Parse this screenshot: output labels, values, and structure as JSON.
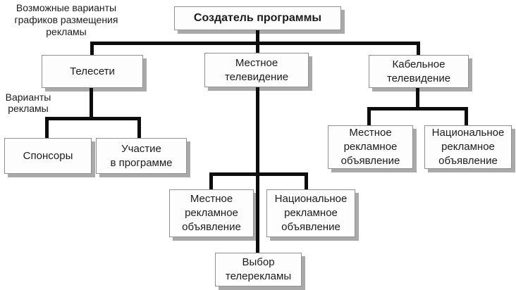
{
  "diagram": {
    "annotations": {
      "schedule_options": "Возможные варианты\nграфиков размещения\nрекламы",
      "ad_options": "Варианты\nрекламы"
    },
    "nodes": {
      "creator": "Создатель программы",
      "telenets": "Телесети",
      "local_tv": "Местное\nтелевидение",
      "cable_tv": "Кабельное\nтелевидение",
      "sponsors": "Спонсоры",
      "participation": "Участие\nв программе",
      "mid_local_ad": "Местное\nрекламное\nобъявление",
      "mid_national_ad": "Национальное\nрекламное\nобъявление",
      "tv_ad_choice": "Выбор\nтелерекламы",
      "cable_local_ad": "Местное\nрекламное\nобъявление",
      "cable_national_ad": "Национальное\nрекламное\nобъявление"
    },
    "colors": {
      "connector": "#0d0d0d",
      "box_fill": "#fdfdfd",
      "box_border": "#909090",
      "box_shadow": "#a9a9a9",
      "text": "#1c1c1c"
    }
  }
}
